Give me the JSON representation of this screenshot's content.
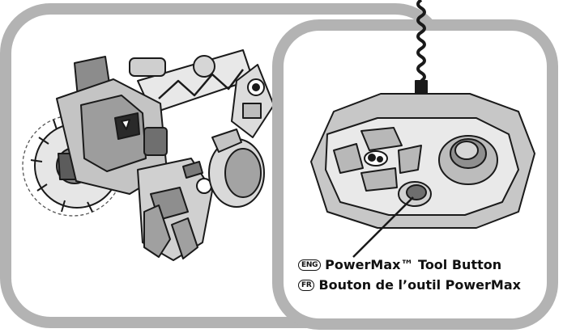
{
  "captions": {
    "english": {
      "language_badge": "ENG",
      "text": "PowerMax™ Tool Button"
    },
    "french": {
      "language_badge": "FR",
      "text": "Bouton de l’outil PowerMax"
    }
  },
  "colors": {
    "panel_border": "#b3b3b3",
    "toy_light": "#d9d9d9",
    "toy_mid": "#a6a6a6",
    "toy_dark": "#6e6e6e",
    "outline": "#1a1a1a"
  }
}
